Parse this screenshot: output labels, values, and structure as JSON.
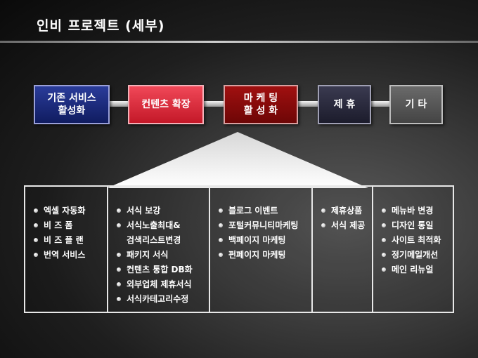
{
  "title": "인비 프로젝트 (세부)",
  "colors": {
    "box1": "#1a2a78",
    "box2": "#e03040",
    "box3": "#8a0a0a",
    "box4": "#2a2a3c",
    "box5": "#5a5a5a"
  },
  "boxes": [
    {
      "label": "기존 서비스\n활성화"
    },
    {
      "label": "컨텐츠 확장"
    },
    {
      "label": "마 케 팅\n활 성 화"
    },
    {
      "label": "제  휴"
    },
    {
      "label": "기  타"
    }
  ],
  "columns": [
    {
      "items": [
        "엑셀 자동화",
        "비 즈 폼",
        "비 즈 플 랜",
        "번역 서비스"
      ]
    },
    {
      "items": [
        "서식 보강",
        "서식노출최대&\n검색리스트변경",
        "패키지 서식",
        "컨텐츠 통합 DB화",
        "외부업체 제휴서식",
        "서식카테고리수정"
      ]
    },
    {
      "items": [
        "블로그 이벤트",
        "포털커뮤니티마케팅",
        "백페이지 마케팅",
        "펀페이지 마케팅"
      ]
    },
    {
      "items": [
        "제휴상품",
        "서식 제공"
      ]
    },
    {
      "items": [
        "메뉴바 변경",
        "디자인 통일",
        "사이트 최적화",
        "정기메일개선",
        "메인  리뉴얼"
      ]
    }
  ]
}
